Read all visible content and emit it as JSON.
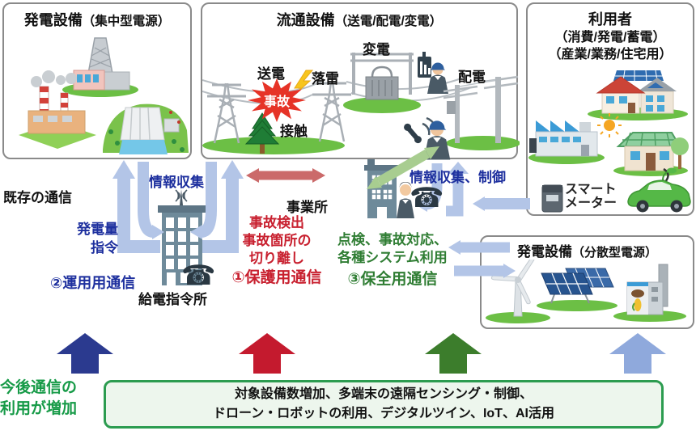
{
  "colors": {
    "accent_blue_text": "#1d2f9e",
    "red_text": "#c8202f",
    "green_text": "#2f7d33",
    "bright_green_text": "#169a47",
    "light_blue_arrow": "#b3c5e7",
    "navy_arrow": "#2b3a8f",
    "red_arrow": "#c41a2e",
    "dark_green_arrow": "#3c7d2c",
    "periwinkle_arrow": "#8fa9dc",
    "salmon_arrow": "#cb6a6a",
    "light_green_arrow": "#a8cd90",
    "accident_star": "#e63327",
    "future_box_border": "#2c9c50",
    "future_box_fill": "#edf6ed"
  },
  "icons": {
    "phone": "☎"
  },
  "boxes": {
    "central_gen": {
      "title": "発電設備",
      "subtitle": "（集中型電源）"
    },
    "grid": {
      "title": "流通設備",
      "subtitle": "（送電/配電/変電）",
      "labels": {
        "transmission": "送電",
        "lightning_strike": "落雷",
        "accident": "事故",
        "contact": "接触",
        "substation": "変電",
        "distribution": "配電"
      }
    },
    "users": {
      "title": "利用者",
      "subtitle1": "（消費/発電/蓄電）",
      "subtitle2": "（産業/業務/住宅用）",
      "smart_meter_line1": "スマート",
      "smart_meter_line2": "メーター"
    },
    "distributed_gen": {
      "title": "発電設備",
      "subtitle": "（分散型電源）"
    }
  },
  "center": {
    "existing_comm": "既存の通信",
    "info_collect": "情報収集",
    "gen_cmd_line1": "発電量",
    "gen_cmd_line2": "指令",
    "comm_operation": "②運用用通信",
    "dispatch_office": "給電指令所",
    "office": "事業所",
    "protect_line1": "事故検出",
    "protect_line2": "事故箇所の",
    "protect_line3": "切り離し",
    "comm_protection": "①保護用通信",
    "maintain_line1": "点検、事故対応、",
    "maintain_line2": "各種システム利用",
    "comm_maintenance": "③保全用通信",
    "info_control": "情報収集、制御"
  },
  "future": {
    "caption_line1": "今後通信の",
    "caption_line2": "利用が増加",
    "box_line1": "対象設備数増加、多端末の遠隔センシング・制御、",
    "box_line2": "ドローン・ロボットの利用、デジタルツイン、IoT、AI活用"
  }
}
